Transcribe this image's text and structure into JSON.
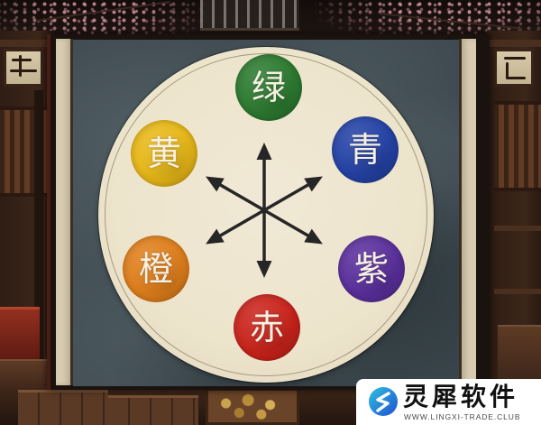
{
  "scene": {
    "panel": {
      "frame_color": "#1a120e",
      "mount_color": "#d8ccb0",
      "background_color": "#3e4a50"
    },
    "wheel": {
      "disc_color": "#ede4cc",
      "arrow_color": "#262626",
      "arrow_icon": "double-headed-arrow-icon",
      "circles": [
        {
          "char": "绿",
          "color": "#2c7a30"
        },
        {
          "char": "青",
          "color": "#2442a6"
        },
        {
          "char": "紫",
          "color": "#5a2f9c"
        },
        {
          "char": "赤",
          "color": "#c9231b"
        },
        {
          "char": "橙",
          "color": "#df7e1b"
        },
        {
          "char": "黄",
          "color": "#e7b717"
        }
      ]
    }
  },
  "watermark": {
    "logo_icon": "lingxi-logo-icon",
    "brand": "灵犀软件",
    "url": "WWW.LINGXI-TRADE.CLUB"
  }
}
